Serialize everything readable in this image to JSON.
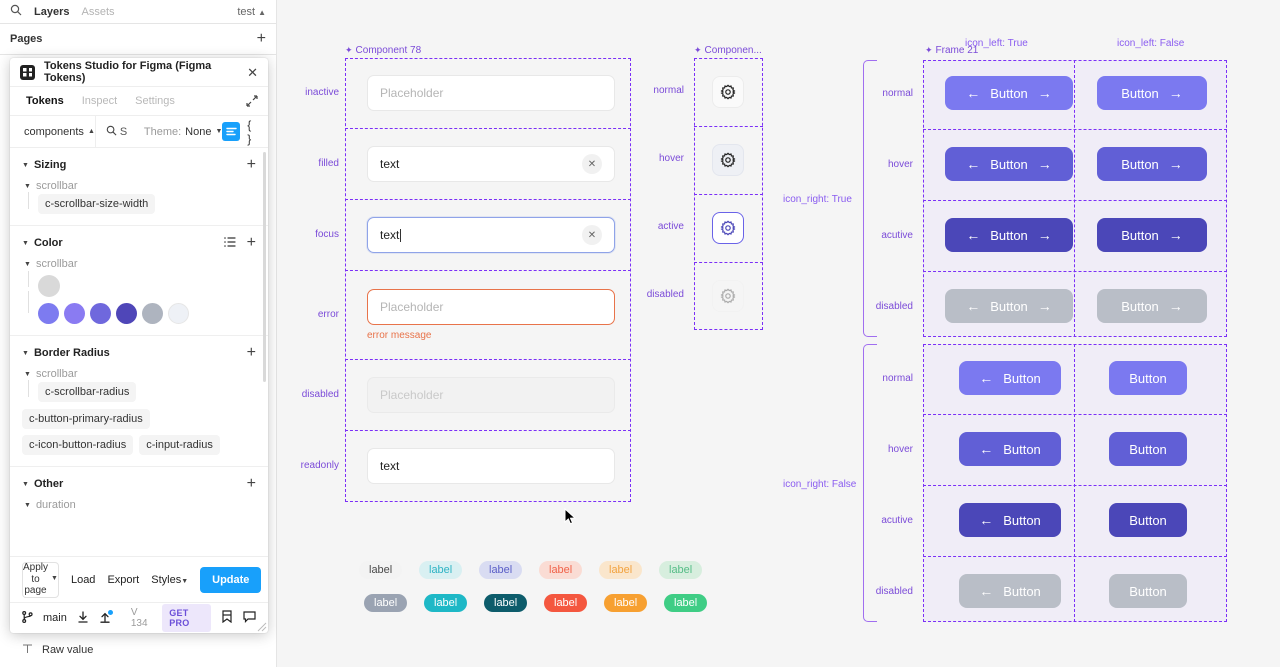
{
  "left_panel": {
    "tabs": [
      {
        "label": "Layers",
        "active": true
      },
      {
        "label": "Assets",
        "active": false
      }
    ],
    "document_name": "test",
    "pages_title": "Pages",
    "add_page_label": "+",
    "raw_value_label": "Raw value",
    "search_icon": "search-icon"
  },
  "plugin": {
    "title": "Tokens Studio for Figma (Figma Tokens)",
    "close_label": "✕",
    "tabs": [
      {
        "label": "Tokens",
        "active": true
      },
      {
        "label": "Inspect",
        "active": false
      },
      {
        "label": "Settings",
        "active": false
      }
    ],
    "toolbar": {
      "token_set": "components",
      "search_value": "S",
      "theme_label": "Theme:",
      "theme_value": "None",
      "json_label": "{ }"
    },
    "groups": [
      {
        "title": "Sizing",
        "add_label": "+",
        "subgroups": [
          {
            "name": "scrollbar",
            "chips": [
              "c-scrollbar-size-width"
            ]
          }
        ],
        "loose_chips": []
      },
      {
        "title": "Color",
        "add_label": "+",
        "has_list_toggle": true,
        "subgroups": [
          {
            "name": "scrollbar",
            "swatch_single": "#d9d9d9"
          }
        ],
        "swatches": [
          "#7d7bf0",
          "#8a7bf2",
          "#6f68dd",
          "#4f46b8",
          "#aeb4bf",
          "#eef1f6"
        ]
      },
      {
        "title": "Border Radius",
        "add_label": "+",
        "subgroups": [
          {
            "name": "scrollbar",
            "chips": [
              "c-scrollbar-radius"
            ]
          }
        ],
        "loose_chips": [
          "c-button-primary-radius",
          "c-icon-button-radius",
          "c-input-radius"
        ]
      },
      {
        "title": "Other",
        "add_label": "+",
        "subgroups": [
          {
            "name": "duration"
          }
        ],
        "loose_chips": []
      }
    ],
    "footer": {
      "apply_to_page": "Apply to page",
      "load": "Load",
      "export": "Export",
      "styles": "Styles",
      "update": "Update",
      "branch": "main",
      "version": "V 134",
      "get_pro": "GET PRO"
    }
  },
  "canvas": {
    "frames": [
      {
        "name": "Component 78"
      },
      {
        "name": "Componen..."
      },
      {
        "name": "Frame 21"
      }
    ],
    "input_component": {
      "frame_label": "Component 78",
      "rows": [
        {
          "state": "inactive",
          "value": "Placeholder",
          "is_placeholder": true,
          "clear": false
        },
        {
          "state": "filled",
          "value": "text",
          "is_placeholder": false,
          "clear": true
        },
        {
          "state": "focus",
          "value": "text",
          "is_placeholder": false,
          "clear": true,
          "caret": true
        },
        {
          "state": "error",
          "value": "Placeholder",
          "is_placeholder": true,
          "clear": false,
          "message": "error message"
        },
        {
          "state": "disabled",
          "value": "Placeholder",
          "is_placeholder": true,
          "clear": false
        },
        {
          "state": "readonly",
          "value": "text",
          "is_placeholder": false,
          "clear": false
        }
      ]
    },
    "icon_button_component": {
      "frame_label": "Componen...",
      "icon": "gear-icon",
      "rows": [
        "normal",
        "hover",
        "active",
        "disabled"
      ]
    },
    "button_matrix": {
      "frame_label": "Frame 21",
      "col_headers": [
        "icon_left: True",
        "icon_left: False"
      ],
      "group_labels": [
        "icon_right: True",
        "icon_right: False"
      ],
      "button_label": "Button",
      "left_arrow": "←",
      "right_arrow": "→",
      "row_states": [
        "normal",
        "hover",
        "acutive",
        "disabled"
      ],
      "state_colors": {
        "normal": "#7b79f0",
        "hover": "#615fd6",
        "acutive": "#4b47b8",
        "disabled": "#b9bec7"
      }
    },
    "label_chips": {
      "text": "label",
      "soft_row": [
        {
          "bg": "#f3f3f3",
          "fg": "#4a4a4a"
        },
        {
          "bg": "#d9f0f2",
          "fg": "#2fb3c4"
        },
        {
          "bg": "#d9dcf2",
          "fg": "#5b5fc7"
        },
        {
          "bg": "#fadcd4",
          "fg": "#f0634a"
        },
        {
          "bg": "#fae6cc",
          "fg": "#f2a341"
        },
        {
          "bg": "#d7eede",
          "fg": "#56bd87"
        }
      ],
      "solid_row": [
        {
          "bg": "#9aa3b2",
          "fg": "#ffffff"
        },
        {
          "bg": "#1eb8c6",
          "fg": "#ffffff"
        },
        {
          "bg": "#0d5c6b",
          "fg": "#ffffff"
        },
        {
          "bg": "#f4573f",
          "fg": "#ffffff"
        },
        {
          "bg": "#f7a031",
          "fg": "#ffffff"
        },
        {
          "bg": "#3fcd85",
          "fg": "#ffffff"
        }
      ]
    }
  }
}
